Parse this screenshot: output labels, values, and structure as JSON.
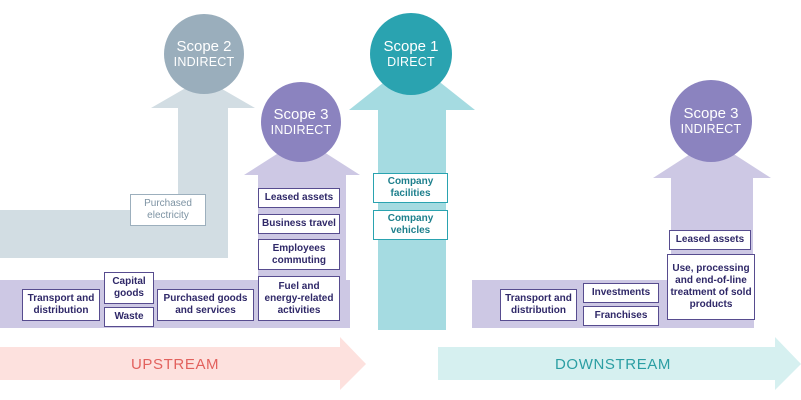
{
  "diagram": {
    "scope2": {
      "title": "Scope 2",
      "subtitle": "INDIRECT",
      "color": "#9aaebc"
    },
    "scope1": {
      "title": "Scope 1",
      "subtitle": "DIRECT",
      "color": "#2aa3b0"
    },
    "scope3_upstream": {
      "title": "Scope 3",
      "subtitle": "INDIRECT",
      "color": "#8b83bf"
    },
    "scope3_downstream": {
      "title": "Scope 3",
      "subtitle": "INDIRECT",
      "color": "#8b83bf"
    },
    "scope2_items": [
      "Purchased electricity"
    ],
    "scope1_items": [
      "Company facilities",
      "Company vehicles"
    ],
    "upstream_vertical_items": [
      "Leased assets",
      "Business travel",
      "Employees commuting",
      "Fuel and energy-related activities"
    ],
    "upstream_band_items": [
      "Transport and distribution",
      "Capital goods",
      "Waste",
      "Purchased goods and services"
    ],
    "downstream_band_items": [
      "Transport and distribution",
      "Investments",
      "Franchises"
    ],
    "downstream_vertical_items": [
      "Leased assets",
      "Use, processing and end-of-line treatment of sold products"
    ],
    "upstream_label": "UPSTREAM",
    "downstream_label": "DOWNSTREAM",
    "colors": {
      "grey_arrow": "#d2dde3",
      "purple_arrow": "#cdc8e4",
      "teal_arrow": "#a5dbe1",
      "upstream_arrow": "#fde1de",
      "upstream_text": "#e2615d",
      "downstream_arrow": "#d6f0f0",
      "downstream_text": "#2b9ea3"
    }
  }
}
